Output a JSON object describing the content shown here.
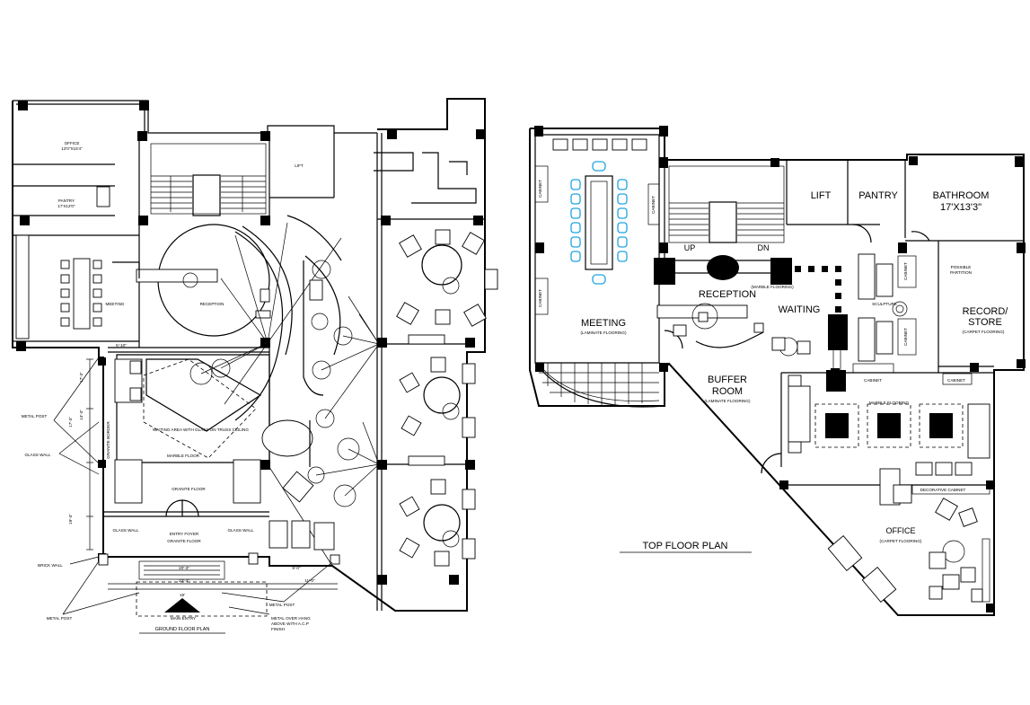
{
  "colors": {
    "line": "#000000",
    "meeting_chairs": "#1fa4e0",
    "background": "#ffffff"
  },
  "ground": {
    "title": "GROUND FLOOR PLAN",
    "labels": {
      "office": "OFFICE",
      "office_dim": "12'0\"X15'4\"",
      "pantry": "PANTRY",
      "pantry_dim": "17'X12'0\"",
      "lift": "LIFT",
      "meeting": "MEETING",
      "reception": "RECEPTION",
      "waiting": "WAITING AREA WITH GLASS ON TRUSS CEILING",
      "marble": "MARBLE FLOOR",
      "granite_floor": "GRANITE FLOOR",
      "granite_border": "GRANITE BORDER",
      "entry": "ENTRY FOYER",
      "entry2": "GRANITE FLOOR",
      "glass_wall_l": "GLASS WALL",
      "glass_wall_r": "GLASS WALL",
      "main_entry": "MAIN ENTRY"
    },
    "callouts": {
      "metal_post_1": "METAL POST",
      "glass_wall": "GLASS WALL",
      "brick_wall": "BRICK WALL",
      "metal_post_2": "METAL POST",
      "metal_post_3": "METAL POST",
      "metal_over_1": "METAL OVER HANG",
      "metal_over_2": "ABOVE WITH A.C.P",
      "metal_over_3": "FINISH"
    },
    "dims": {
      "d1": "20'-3\"",
      "d2": "23'-3\"",
      "d3": "19'",
      "d4": "9'-0\"",
      "d5": "11'-0\"",
      "v1": "17'-3\"",
      "v2": "14'-3\"",
      "v3": "17'-3\"",
      "v4": "19'-3\"",
      "v5": "5'-10\""
    }
  },
  "top": {
    "title": "TOP FLOOR PLAN",
    "labels": {
      "meeting": "MEETING",
      "meeting_sub": "(LAMINATE FLOORING)",
      "lift": "LIFT",
      "pantry": "PANTRY",
      "bathroom": "BATHROOM",
      "bathroom_dim": "17'X13'3\"",
      "up": "UP",
      "dn": "DN",
      "reception": "RECEPTION",
      "reception_sub": "(MARBLE FLOORING)",
      "waiting": "WAITING",
      "sculpture": "SCULPTURE",
      "record": "RECORD/",
      "store": "STORE",
      "record_sub": "(CARPET FLOORING)",
      "possible": "POSSIBLE",
      "partition": "PARTITION",
      "buffer": "BUFFER",
      "room": "ROOM",
      "buffer_sub": "(LAMINATE FLOORING)",
      "cabinet_1": "CABINET",
      "cabinet_2": "CABINET",
      "cabinet_l1": "CABINET",
      "cabinet_l2": "CABINET",
      "cabinet_l3": "CABINET",
      "cabinet_v1": "CABINET",
      "cabinet_v2": "CABINET",
      "marble_flooring": "MARBLE FLOORING",
      "decorative": "DECORATIVE CABINET",
      "office": "OFFICE",
      "office_sub": "(CARPET FLOORING)"
    }
  }
}
